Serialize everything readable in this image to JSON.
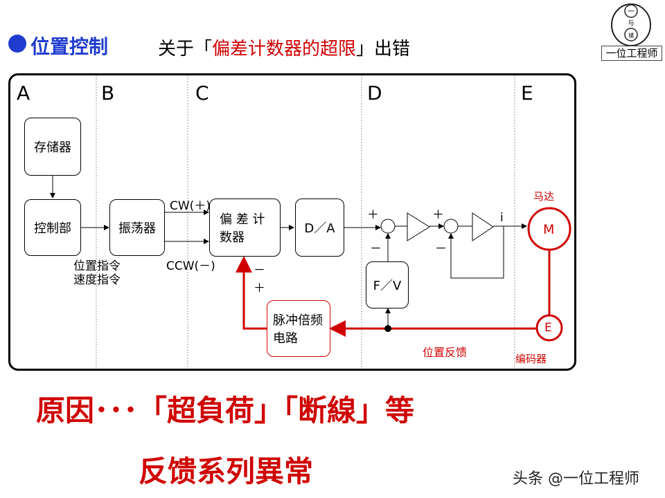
{
  "header": {
    "title": "位置控制",
    "subtitle_pre": "关于「",
    "subtitle_red": "偏差计数器的超限",
    "subtitle_post": "」出错"
  },
  "logo": {
    "label": "一位工程师",
    "char1": "一",
    "char2": "与",
    "char3": "储"
  },
  "diagram": {
    "columns": [
      "A",
      "B",
      "C",
      "D",
      "E"
    ],
    "blocks": {
      "memory": "存储器",
      "controller": "控制部",
      "oscillator": "振荡器",
      "counter_line1": "偏 差 计",
      "counter_line2": "数器",
      "da": "D／A",
      "fv": "F／V",
      "multiplier_line1": "脉冲倍频",
      "multiplier_line2": "电路",
      "motor": "M",
      "encoder": "E"
    },
    "labels": {
      "cw": "CW(＋)",
      "ccw": "CCW(－)",
      "pos_cmd": "位置指令",
      "speed_cmd": "速度指令",
      "minus_counter": "－",
      "plus_counter": "＋",
      "plus1": "＋",
      "minus1": "－",
      "plus2": "＋",
      "minus2": "－",
      "i_label": "i",
      "motor_label": "马达",
      "feedback": "位置反馈",
      "encoder_label": "编码器"
    },
    "colors": {
      "feedback": "#d00000",
      "title": "#1f3ccf"
    }
  },
  "cause": {
    "line1": "原因･･･「超負荷」「断線」等",
    "line2": "反馈系列異常"
  },
  "footer": {
    "credit": "头条 @一位工程师"
  }
}
